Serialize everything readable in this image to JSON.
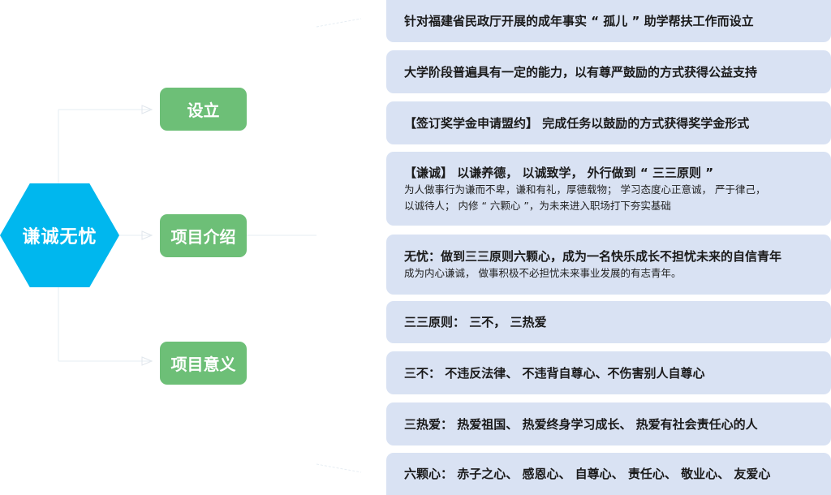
{
  "root": {
    "label": "谦诚无忧",
    "color": "#00b7ee"
  },
  "branches": [
    {
      "label": "设立",
      "color": "#6dbf77"
    },
    {
      "label": "项目介绍",
      "color": "#6dbf77"
    },
    {
      "label": "项目意义",
      "color": "#6dbf77"
    }
  ],
  "leaves": [
    {
      "main": "针对福建省民政厅开展的成年事实 “ 孤儿 ” 助学帮扶工作而设立"
    },
    {
      "main": "大学阶段普遍具有一定的能力，以有尊严鼓励的方式获得公益支持"
    },
    {
      "main": "【签订奖学金申请盟约】 完成任务以鼓励的方式获得奖学金形式"
    },
    {
      "main": "【谦诚】 以谦养德， 以诚致学， 外行做到 “ 三三原则 ”",
      "sub": [
        "为人做事行为谦而不卑，谦和有礼，厚德载物； 学习态度心正意诚， 严于律己，",
        "以诚待人； 内修 “ 六颗心 ”，为未来进入职场打下夯实基础"
      ]
    },
    {
      "main": "无忧：做到三三原则六颗心，成为一名快乐成长不担忧未来的自信青年",
      "sub": [
        "成为内心谦诚， 做事积极不必担忧未来事业发展的有志青年。"
      ]
    },
    {
      "main": "三三原则： 三不， 三热爱"
    },
    {
      "main": "三不： 不违反法律、 不违背自尊心、不伤害别人自尊心"
    },
    {
      "main": "三热爱： 热爱祖国、 热爱终身学习成长、 热爱有社会责任心的人"
    },
    {
      "main": "六颗心： 赤子之心、 感恩心、 自尊心、 责任心、 敬业心、 友爱心"
    }
  ],
  "colors": {
    "leaf_bg": "#d9e2f3",
    "connector": "#e8eef5"
  }
}
